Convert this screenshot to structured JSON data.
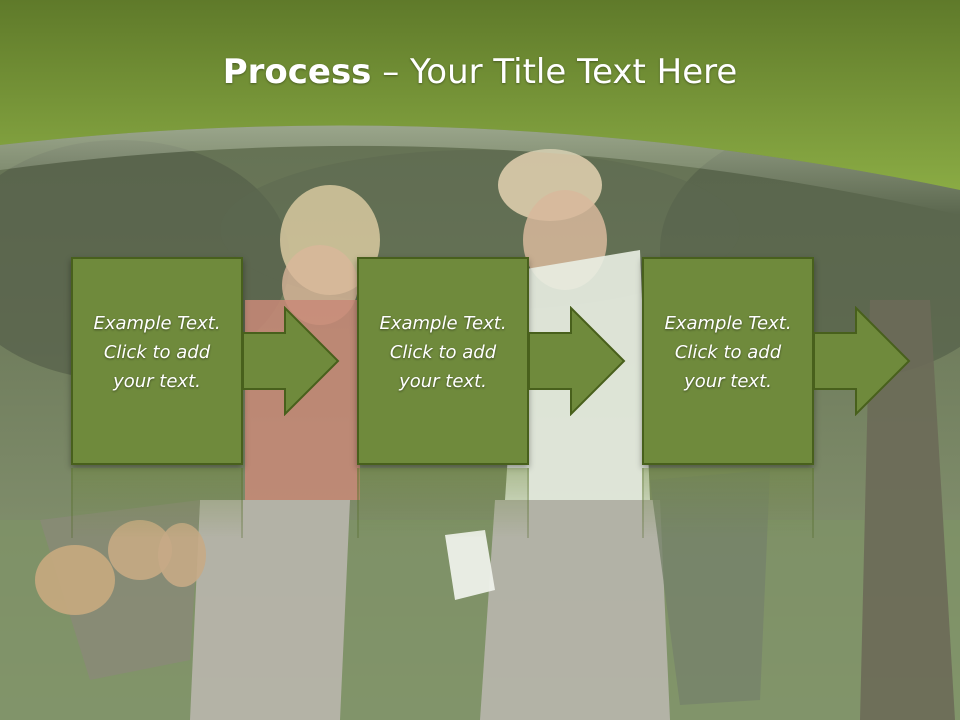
{
  "slide": {
    "title_bold": "Process",
    "title_rest": " – Your Title Text Here",
    "steps": [
      {
        "line1": "Example Text.",
        "line2": "Click  to add",
        "line3": "your text."
      },
      {
        "line1": "Example Text.",
        "line2": "Click  to add",
        "line3": "your text."
      },
      {
        "line1": "Example Text.",
        "line2": "Click  to add",
        "line3": "your text."
      }
    ]
  },
  "colors": {
    "header_green": "#7a9a3a",
    "box_fill": "#6f8a3c",
    "box_border": "#48601c",
    "text": "#ffffff"
  },
  "icons": [
    "right-arrow-icon"
  ]
}
